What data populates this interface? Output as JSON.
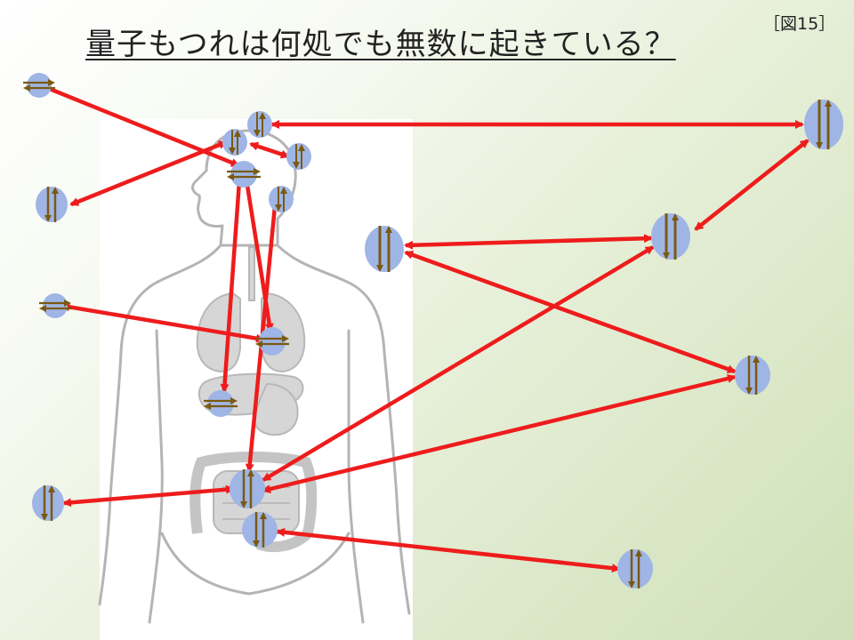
{
  "slide": {
    "title": "量子もつれは何処でも無数に起きている？",
    "figure_label": "［図15］"
  },
  "colors": {
    "arrow": "#ee1c1c",
    "spin_marker": "#7a5a10",
    "particle": "#9fb5e6",
    "body_outline": "#b4b4b4",
    "organ_fill": "#d6d6d6",
    "panel": "#ffffff"
  },
  "diagram": {
    "particle_icon": "spin-particle-icon",
    "spin_types": [
      "antiparallel-vertical",
      "antiparallel-horizontal"
    ],
    "pairs_note": "each red double-headed arrow links two entangled particles"
  }
}
